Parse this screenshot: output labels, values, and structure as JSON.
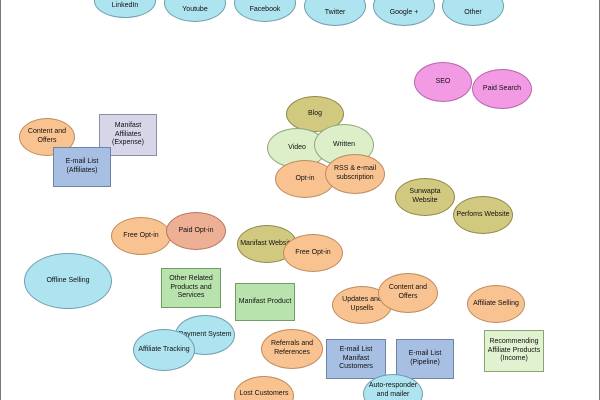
{
  "nodes": {
    "linkedin": "LinkedIn",
    "youtube": "Youtube",
    "facebook": "Facebook",
    "twitter": "Twitter",
    "google_plus": "Google +",
    "other": "Other",
    "seo": "SEO",
    "paid_search": "Paid Search",
    "content_offers_1": "Content and Offers",
    "manifast_affiliates": "Manifast Affiliates (Expense)",
    "email_list_affiliates": "E-mail List (Affiliates)",
    "blog": "Blog",
    "video": "Video",
    "written": "Written",
    "rss": "RSS & e-mail subscription",
    "optin_1": "Opt-in",
    "sunwapta": "Sunwapta Website",
    "performs": "Perfoms Website",
    "free_optin_1": "Free Opt-in",
    "paid_optin": "Paid Opt-in",
    "manifast_website": "Manifast Website",
    "free_optin_2": "Free Opt-in",
    "offline_selling": "Offline Selling",
    "other_related": "Other Related Products and Services",
    "manifast_product": "Manifast Product",
    "updates_upsells": "Updates and Upsells",
    "content_offers_2": "Content and Offers",
    "affiliate_selling": "Affiliate Selling",
    "payment_system": "Payment System",
    "affiliate_tracking": "Affiliate Tracking",
    "referrals": "Referrals and References",
    "email_manifast_customers": "E-mail List Manifast Customers",
    "email_pipeline": "E-mail List (Pipeline)",
    "recommending": "Recommending Affiliate Products (Income)",
    "lost_customers": "Lost Customers",
    "autoresponder": "Auto-responder and mailer"
  },
  "colors": {
    "blue": "#aee4ef",
    "orange": "#f8c391",
    "olive": "#d2c980",
    "light_green": "#dcefc8",
    "pink": "#f29ae4",
    "salmon": "#eeb094",
    "lavender": "#d7d6e8",
    "steel_blue": "#a7bfe2",
    "green": "#b9e3ad"
  }
}
